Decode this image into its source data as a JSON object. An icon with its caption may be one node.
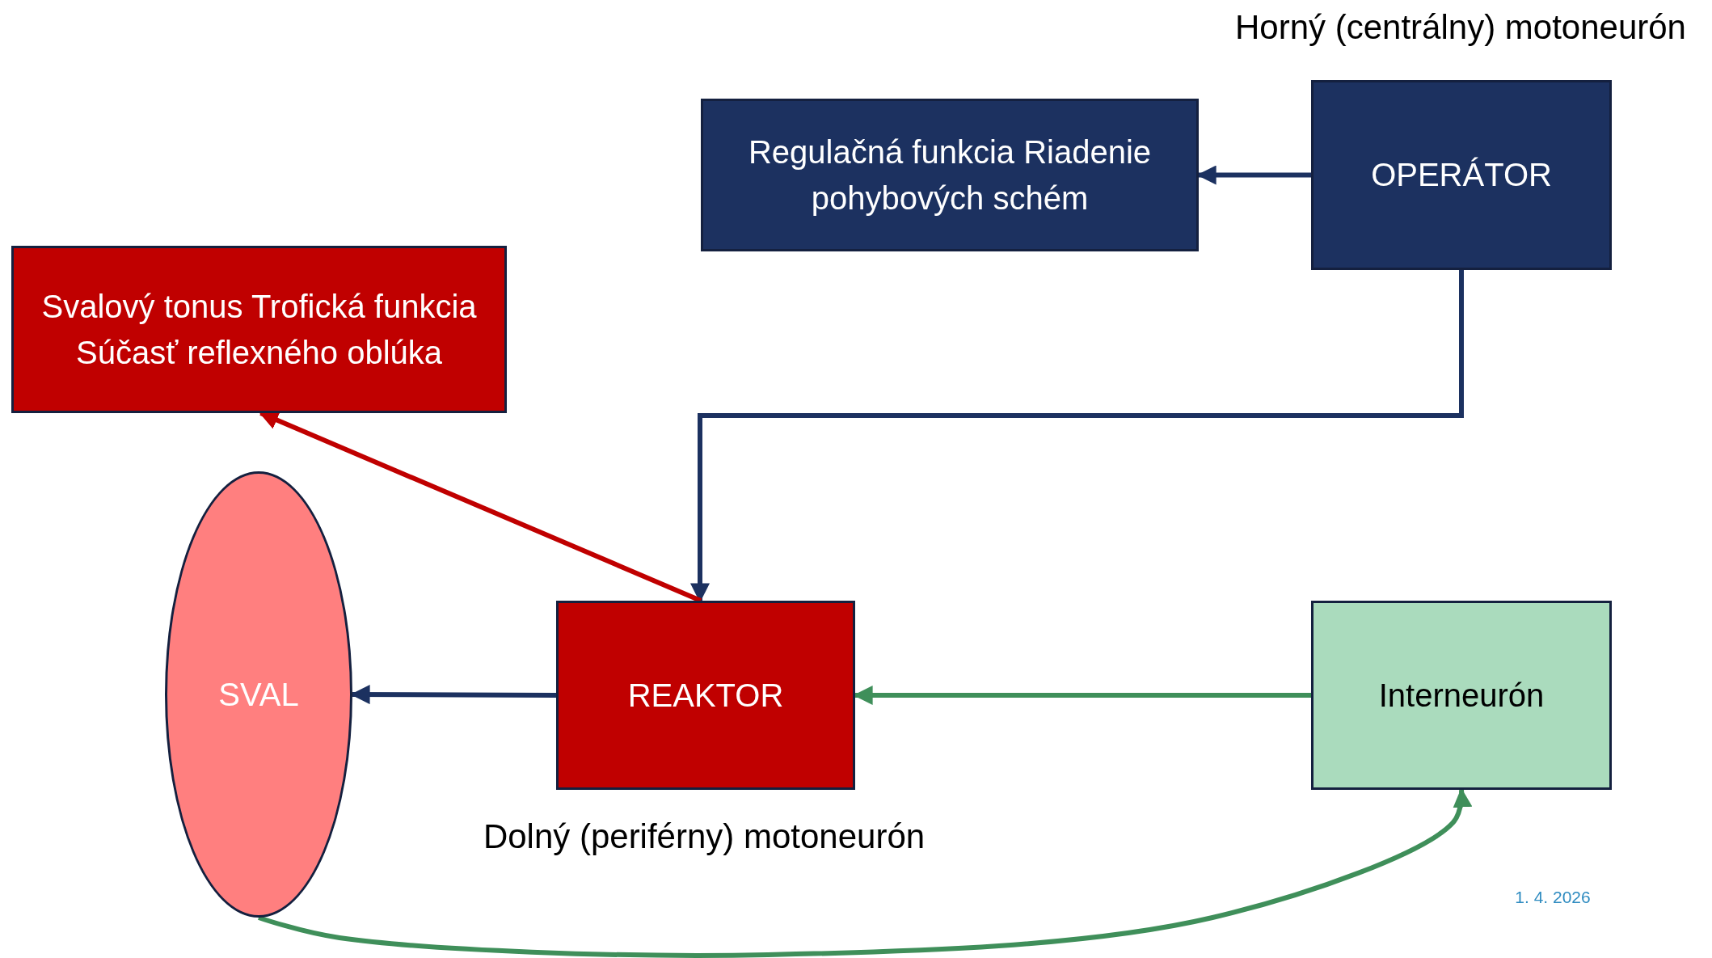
{
  "diagram": {
    "nodes": [
      {
        "text": [
          "Regulačná funkcia Riadenie pohybových schém"
        ]
      },
      {
        "text": [
          "OPERÁTOR"
        ],
        "beside": [
          "Horný (centrálny) motoneurón"
        ]
      },
      {
        "text": [
          "Svalový tonus Trofická funkcia Súčasť reflexného oblúka"
        ]
      },
      {
        "text": [
          "SVAL"
        ]
      },
      {
        "text": [
          "REAKTOR"
        ],
        "beside": [
          "Dolný (periférny) motoneurón"
        ]
      },
      {
        "text": [
          "Interneurón"
        ]
      }
    ],
    "edges": [
      {
        "from": 1,
        "to": 0,
        "arrow": "to"
      },
      {
        "from": 1,
        "to": 4,
        "arrow": "to"
      },
      {
        "from": 4,
        "to": 2,
        "arrow": "to",
        "color": "#c00000"
      },
      {
        "from": 4,
        "to": 3,
        "arrow": "to"
      },
      {
        "from": 5,
        "to": 4,
        "arrow": "to",
        "color": "#3f8f5a"
      },
      {
        "from": 3,
        "to": 5,
        "arrow": "to",
        "color": "#3f8f5a"
      }
    ],
    "labels": [
      "1. 4. 2026"
    ]
  }
}
